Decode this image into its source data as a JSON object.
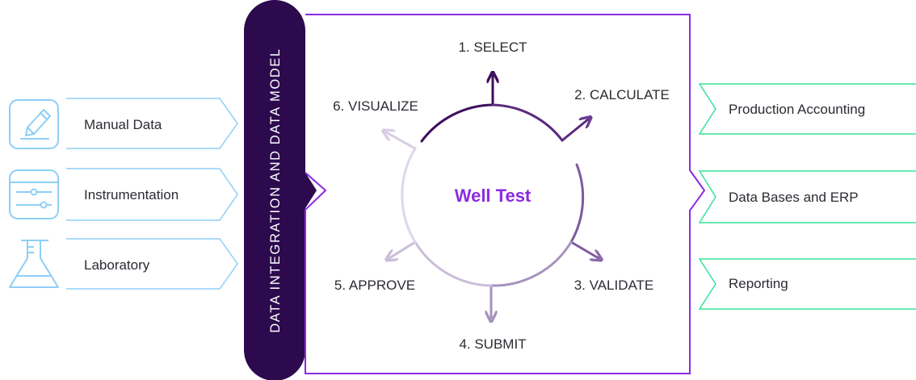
{
  "colors": {
    "input_stroke": "#8ecff5",
    "output_stroke": "#38e29a",
    "purple_frame": "#8a2be2",
    "band_fill": "#2d0a4e",
    "cycle_dark": "#3d0f5c",
    "cycle_mid": "#7d4e9e",
    "cycle_light": "#c9b7d9",
    "center_text": "#8a2be2"
  },
  "inputs": [
    {
      "label": "Manual Data",
      "icon": "pencil-icon"
    },
    {
      "label": "Instrumentation",
      "icon": "slider-panel-icon"
    },
    {
      "label": "Laboratory",
      "icon": "flask-icon"
    }
  ],
  "band": {
    "label": "DATA INTEGRATION AND DATA MODEL"
  },
  "cycle": {
    "center_label": "Well Test",
    "steps": [
      {
        "label": "1. SELECT"
      },
      {
        "label": "2. CALCULATE"
      },
      {
        "label": "3. VALIDATE"
      },
      {
        "label": "4. SUBMIT"
      },
      {
        "label": "5. APPROVE"
      },
      {
        "label": "6. VISUALIZE"
      }
    ]
  },
  "outputs": [
    {
      "label": "Production Accounting"
    },
    {
      "label": "Data Bases and ERP"
    },
    {
      "label": "Reporting"
    }
  ]
}
